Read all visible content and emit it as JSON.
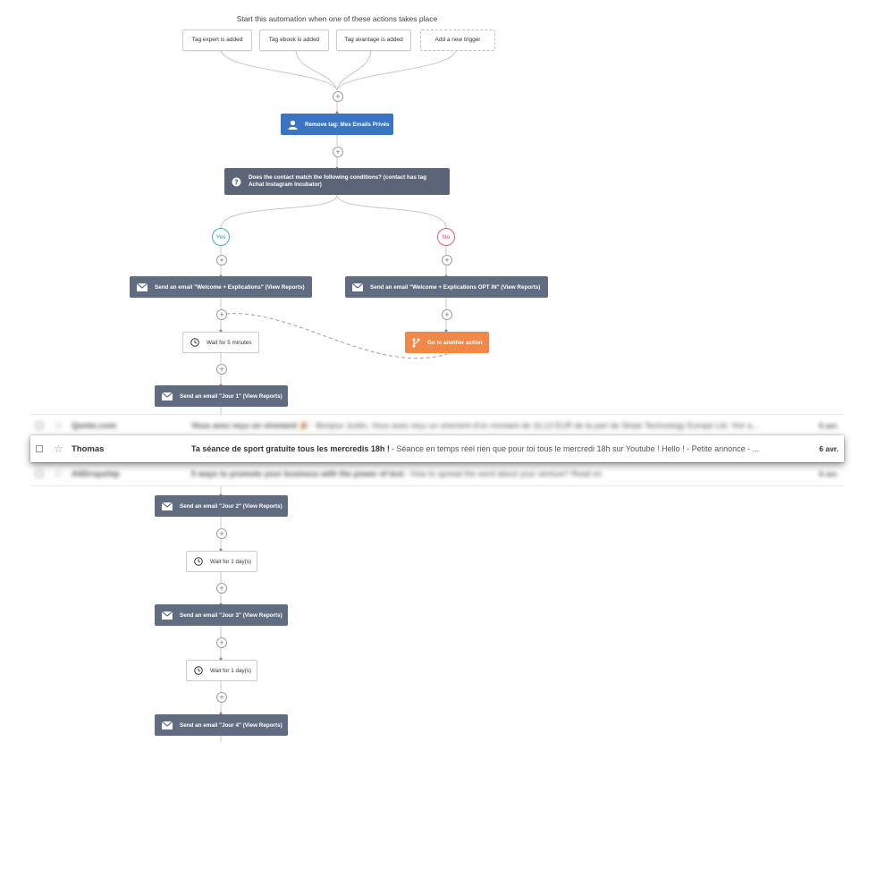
{
  "header": {
    "title": "Start this automation when one of these actions takes place"
  },
  "triggers": [
    {
      "label": "Tag expert is added"
    },
    {
      "label": "Tag ebook is added"
    },
    {
      "label": "Tag avantage is added"
    },
    {
      "label": "Add a new trigger"
    }
  ],
  "plus_symbol": "+",
  "actions": {
    "remove_tag": "Remove tag: Mes Emails Privés",
    "condition": "Does the contact match the following conditions? (contact has tag Achat Instagram Incubator)",
    "yes_label": "Yes",
    "no_label": "No",
    "email_welcome": "Send an email \"Welcome + Explications\" (View Reports)",
    "email_welcome_optin": "Send an email \"Welcome + Explications OPT IN\" (View Reports)",
    "wait_5min": "Wait for 5 minutes",
    "goto": "Go to another action",
    "email_jour1": "Send an email \"Jour 1\" (View Reports)",
    "email_jour2": "Send an email \"Jour 2\" (View Reports)",
    "wait_1day_a": "Wait for 1 day(s)",
    "email_jour3": "Send an email \"Jour 3\" (View Reports)",
    "wait_1day_b": "Wait for 1 day(s)",
    "email_jour4": "Send an email \"Jour 4\" (View Reports)"
  },
  "icons": {
    "user": "user-icon",
    "question": "question-icon",
    "envelope": "envelope-icon",
    "clock": "clock-icon",
    "branch": "branch-icon",
    "star": "star-icon",
    "checkbox": "checkbox-icon"
  },
  "colors": {
    "email_node": "#606c80",
    "tag_node": "#3a75c4",
    "goto_node": "#f0884a",
    "yes": "#3fb5a6",
    "no": "#e35a7c"
  },
  "inbox": {
    "rows": [
      {
        "sender": "Qonto.com",
        "subject": "Vous avez reçu un virement 🎉",
        "snippet": " - Bonjour Justin, Vous avez reçu un virement d'un montant de 16,13 EUR de la part de Stripe Technology Europe Ltd. Voir a...",
        "date": "6 avr."
      },
      {
        "sender": "Thomas",
        "subject": "Ta séance de sport gratuite tous les mercredis 18h !",
        "snippet": " - Séance en temps réel rien que pour toi tous le mercredi 18h sur Youtube ! Hello ! - Petite annonce - ...",
        "date": "6 avr."
      },
      {
        "sender": "AliDropship",
        "subject": "5 ways to promote your business with the power of text",
        "snippet": " - How to spread the word about your venture? Read on",
        "date": "6 avr."
      }
    ]
  }
}
